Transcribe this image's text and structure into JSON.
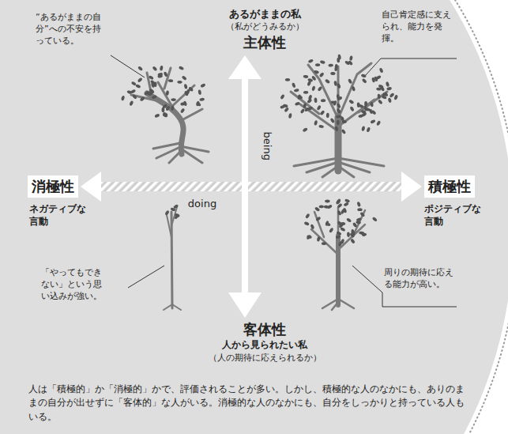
{
  "diagram": {
    "caption": "人は「積極的」か「消極的」かで、評価されることが多い。しかし、積極的な人のなかにも、ありのままの自分が出せずに「客体的」な人がいる。消極的な人のなかにも、自分をしっかりと持っている人もいる。",
    "nodes": [
      {
        "text": [
          "消極性"
        ]
      },
      {
        "text": [
          "積極性"
        ]
      }
    ],
    "edges": [
      {
        "from": 0,
        "to": 1,
        "arrow": "both"
      }
    ],
    "labels": [
      "“あるがままの自分”への不安を持っている。",
      "あるがままの私",
      "（私がどうみるか）",
      "主体性",
      "自己肯定感に支えられ、能力を発揮。",
      "being",
      "doing",
      "ネガティブな言動",
      "ポジティブな言動",
      "「やってもできない」という思い込みが強い。",
      "周りの期待に応える能力が高い。",
      "客体性",
      "人から見られたい私",
      "（人の期待に応えられるか）"
    ]
  }
}
